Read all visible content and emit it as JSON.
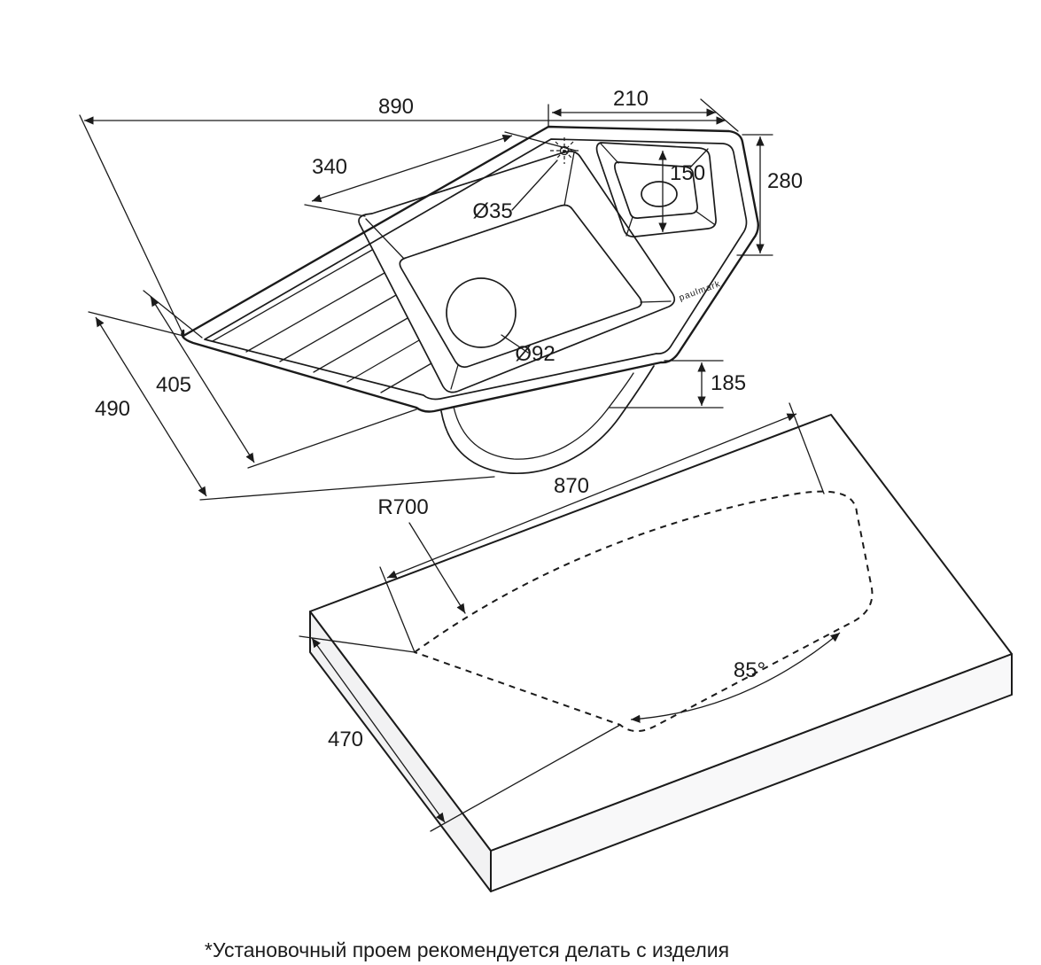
{
  "note": "*Установочный проем рекомендуется делать с изделия",
  "brand": "paulmark",
  "sink_view": {
    "dim_overall_length": "890",
    "dim_small_bowl_length": "210",
    "dim_main_bowl_width": "340",
    "dim_small_bowl_width": "150",
    "dim_right_depth": "280",
    "dim_faucet_hole_diameter": "Ø35",
    "dim_drain_diameter": "Ø92",
    "dim_inner_width": "405",
    "dim_overall_width": "490",
    "dim_bowl_height": "185"
  },
  "cutout_view": {
    "dim_cutout_length": "870",
    "dim_corner_radius": "R700",
    "dim_cutout_width": "470",
    "dim_corner_angle": "85°"
  }
}
